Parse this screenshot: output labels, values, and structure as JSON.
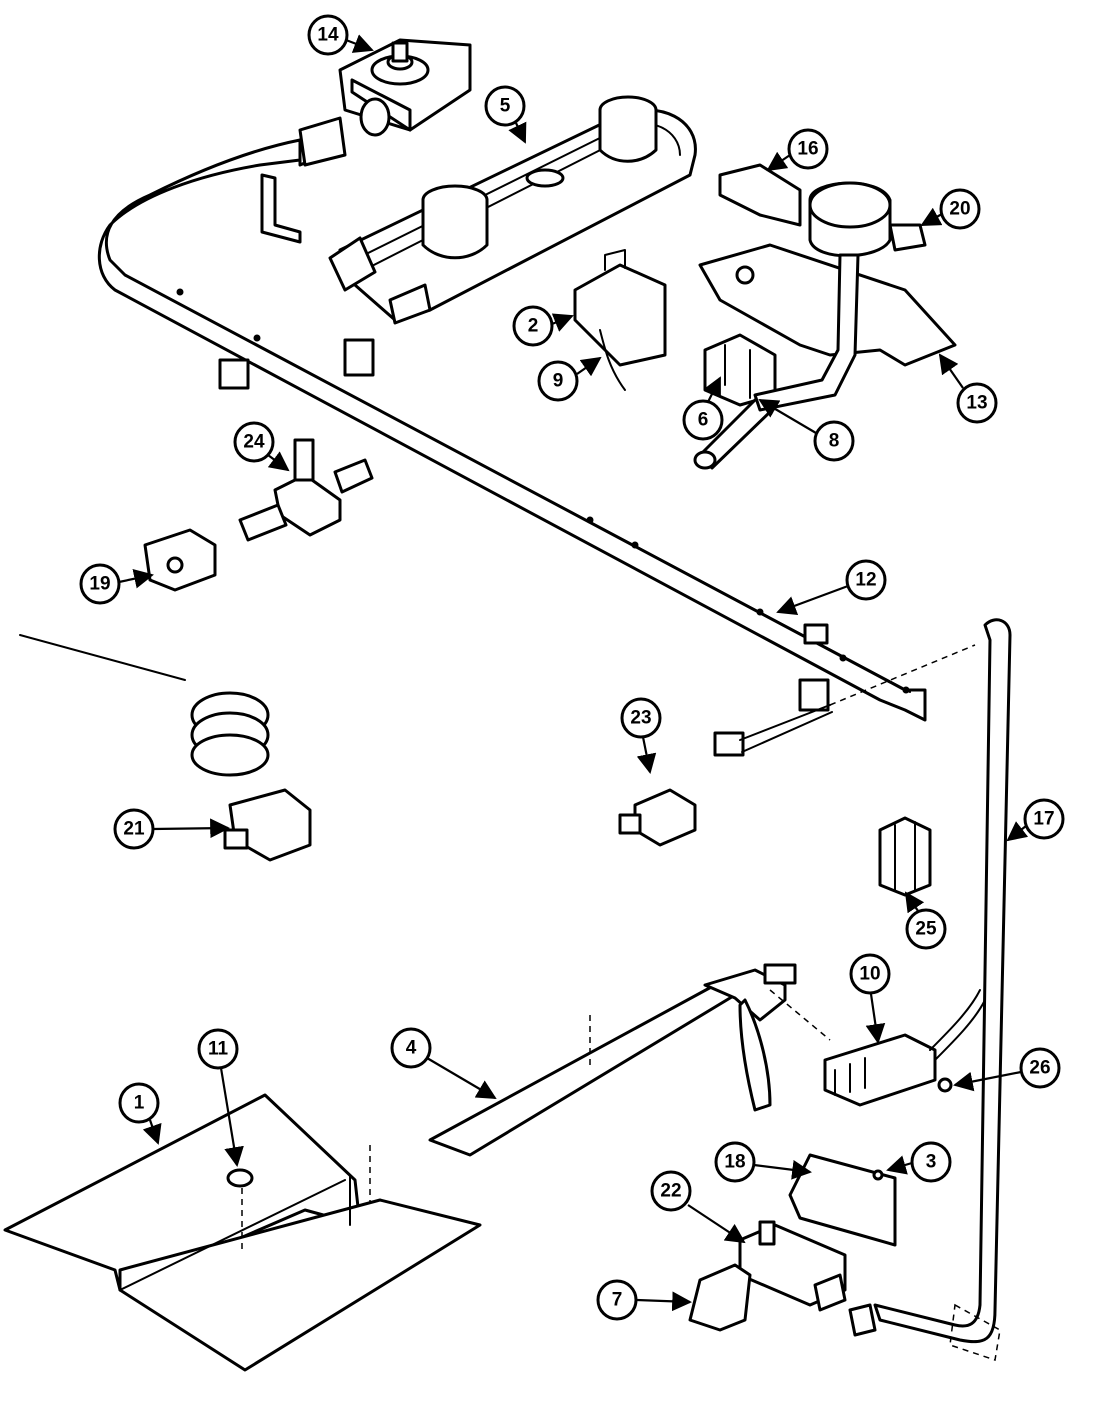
{
  "callouts": [
    {
      "id": "c1",
      "label": "1"
    },
    {
      "id": "c2",
      "label": "2"
    },
    {
      "id": "c3",
      "label": "3"
    },
    {
      "id": "c4",
      "label": "4"
    },
    {
      "id": "c5",
      "label": "5"
    },
    {
      "id": "c6",
      "label": "6"
    },
    {
      "id": "c7",
      "label": "7"
    },
    {
      "id": "c8",
      "label": "8"
    },
    {
      "id": "c9",
      "label": "9"
    },
    {
      "id": "c10",
      "label": "10"
    },
    {
      "id": "c11",
      "label": "11"
    },
    {
      "id": "c12",
      "label": "12"
    },
    {
      "id": "c13",
      "label": "13"
    },
    {
      "id": "c14",
      "label": "14"
    },
    {
      "id": "c16",
      "label": "16"
    },
    {
      "id": "c17",
      "label": "17"
    },
    {
      "id": "c18",
      "label": "18"
    },
    {
      "id": "c19",
      "label": "19"
    },
    {
      "id": "c20",
      "label": "20"
    },
    {
      "id": "c21",
      "label": "21"
    },
    {
      "id": "c22",
      "label": "22"
    },
    {
      "id": "c23",
      "label": "23"
    },
    {
      "id": "c24",
      "label": "24"
    },
    {
      "id": "c25",
      "label": "25"
    },
    {
      "id": "c26",
      "label": "26"
    }
  ]
}
